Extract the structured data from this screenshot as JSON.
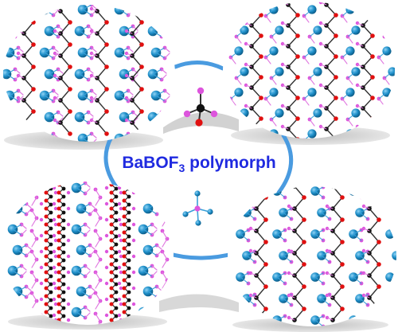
{
  "figure": {
    "title": "BaBOF",
    "title_subscript": "3",
    "title_suffix": " polymorph"
  },
  "colors": {
    "ba_atom": "#1e8fc9",
    "ba_atom_highlight": "#7cc8ee",
    "fluorine_atom": "#dd55dd",
    "oxygen_atom": "#e01010",
    "boron_atom": "#111111",
    "bond_blue": "#3aa0d8",
    "bond_pink": "#e07ae0",
    "ring_arrow": "#4a9be0",
    "shadow": "#c8c8c8"
  },
  "panels": [
    {
      "name": "top-left-polymorph"
    },
    {
      "name": "top-right-polymorph"
    },
    {
      "name": "bottom-left-polymorph"
    },
    {
      "name": "bottom-right-polymorph"
    }
  ]
}
